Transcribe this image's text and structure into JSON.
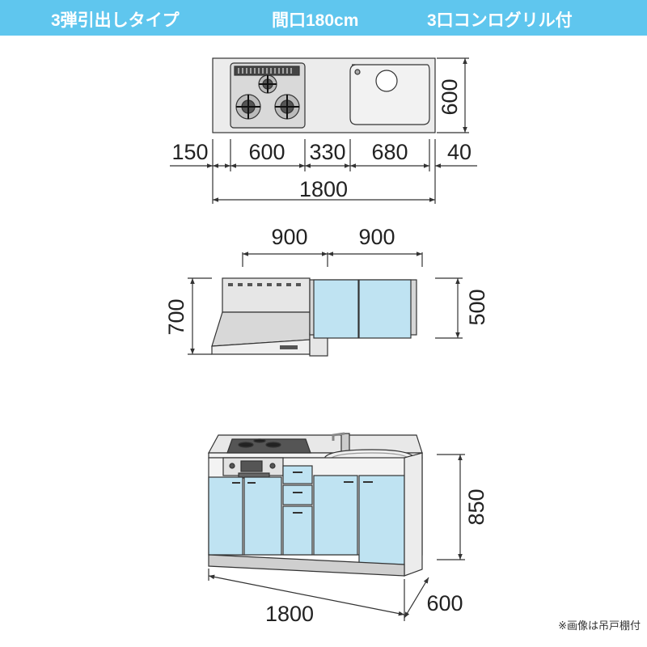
{
  "header": {
    "type_label": "3弾引出しタイプ",
    "width_label": "間口180cm",
    "stove_label": "3口コンログリル付"
  },
  "colors": {
    "header_bg": "#5fc6ee",
    "cabinet_blue": "#bfe3f2",
    "counter_gray": "#e8e8e8",
    "line": "#333333"
  },
  "top_view": {
    "depth": "600",
    "seg_stove_offset": "150",
    "seg_stove": "600",
    "seg_middle": "330",
    "seg_sink": "680",
    "seg_end": "40",
    "total": "1800"
  },
  "wall_view": {
    "left_width": "900",
    "right_width": "900",
    "hood_height": "700",
    "cabinet_height": "500"
  },
  "front_view": {
    "height": "850",
    "width": "1800",
    "depth": "600"
  },
  "note": "※画像は吊戸棚付"
}
